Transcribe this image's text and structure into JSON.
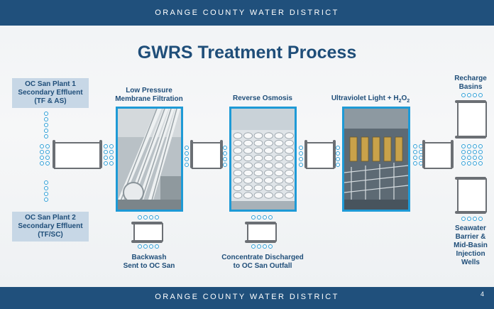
{
  "header": {
    "text": "ORANGE COUNTY WATER DISTRICT"
  },
  "footer": {
    "text": "ORANGE COUNTY WATER DISTRICT",
    "page_number": "4"
  },
  "title": "GWRS Treatment Process",
  "sources": [
    {
      "lines": [
        "OC San Plant 1",
        "Secondary Effluent",
        "(TF & AS)"
      ]
    },
    {
      "lines": [
        "OC San Plant 2",
        "Secondary Effluent",
        "(TF/SC)"
      ]
    }
  ],
  "stages": [
    {
      "lines": [
        "Low Pressure",
        "Membrane Filtration"
      ]
    },
    {
      "lines": [
        "Reverse Osmosis"
      ]
    },
    {
      "prefix": "Ultraviolet Light + H",
      "sub": "2",
      "mid": "O",
      "sub2": "2"
    }
  ],
  "byproducts": [
    {
      "lines": [
        "Backwash",
        "Sent to OC San"
      ]
    },
    {
      "lines": [
        "Concentrate Discharged",
        "to OC San Outfall"
      ]
    }
  ],
  "outputs": [
    {
      "lines": [
        "Recharge",
        "Basins"
      ]
    },
    {
      "lines": [
        "Seawater",
        "Barrier &",
        "Mid-Basin",
        "Injection",
        "Wells"
      ]
    }
  ],
  "colors": {
    "bar": "#20507c",
    "accent": "#1e9ad6",
    "text": "#1f4e79",
    "source_box": "#c7d7e6"
  }
}
